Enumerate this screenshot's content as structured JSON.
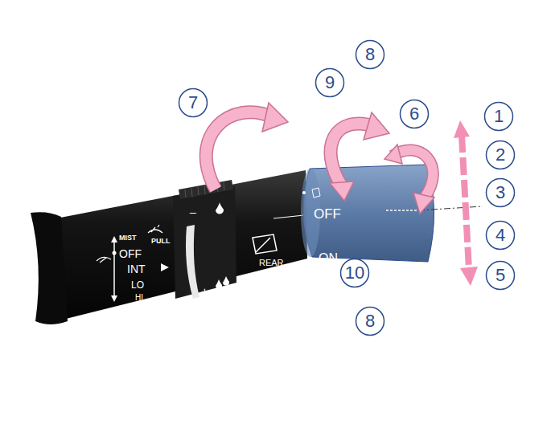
{
  "diagram": {
    "nodes": [
      {
        "text": [
          "8"
        ]
      },
      {
        "text": [
          "9"
        ]
      },
      {
        "text": [
          "7"
        ]
      },
      {
        "text": [
          "6"
        ]
      },
      {
        "text": [
          "1"
        ]
      },
      {
        "text": [
          "2"
        ]
      },
      {
        "text": [
          "3"
        ]
      },
      {
        "text": [
          "4"
        ]
      },
      {
        "text": [
          "5"
        ]
      },
      {
        "text": [
          "10"
        ]
      },
      {
        "text": [
          "8"
        ]
      }
    ],
    "labels": [
      "MIST",
      "OFF",
      "PULL",
      "INT",
      "LO",
      "HI",
      "–",
      "+",
      "REAR",
      "OFF",
      "ON"
    ]
  }
}
